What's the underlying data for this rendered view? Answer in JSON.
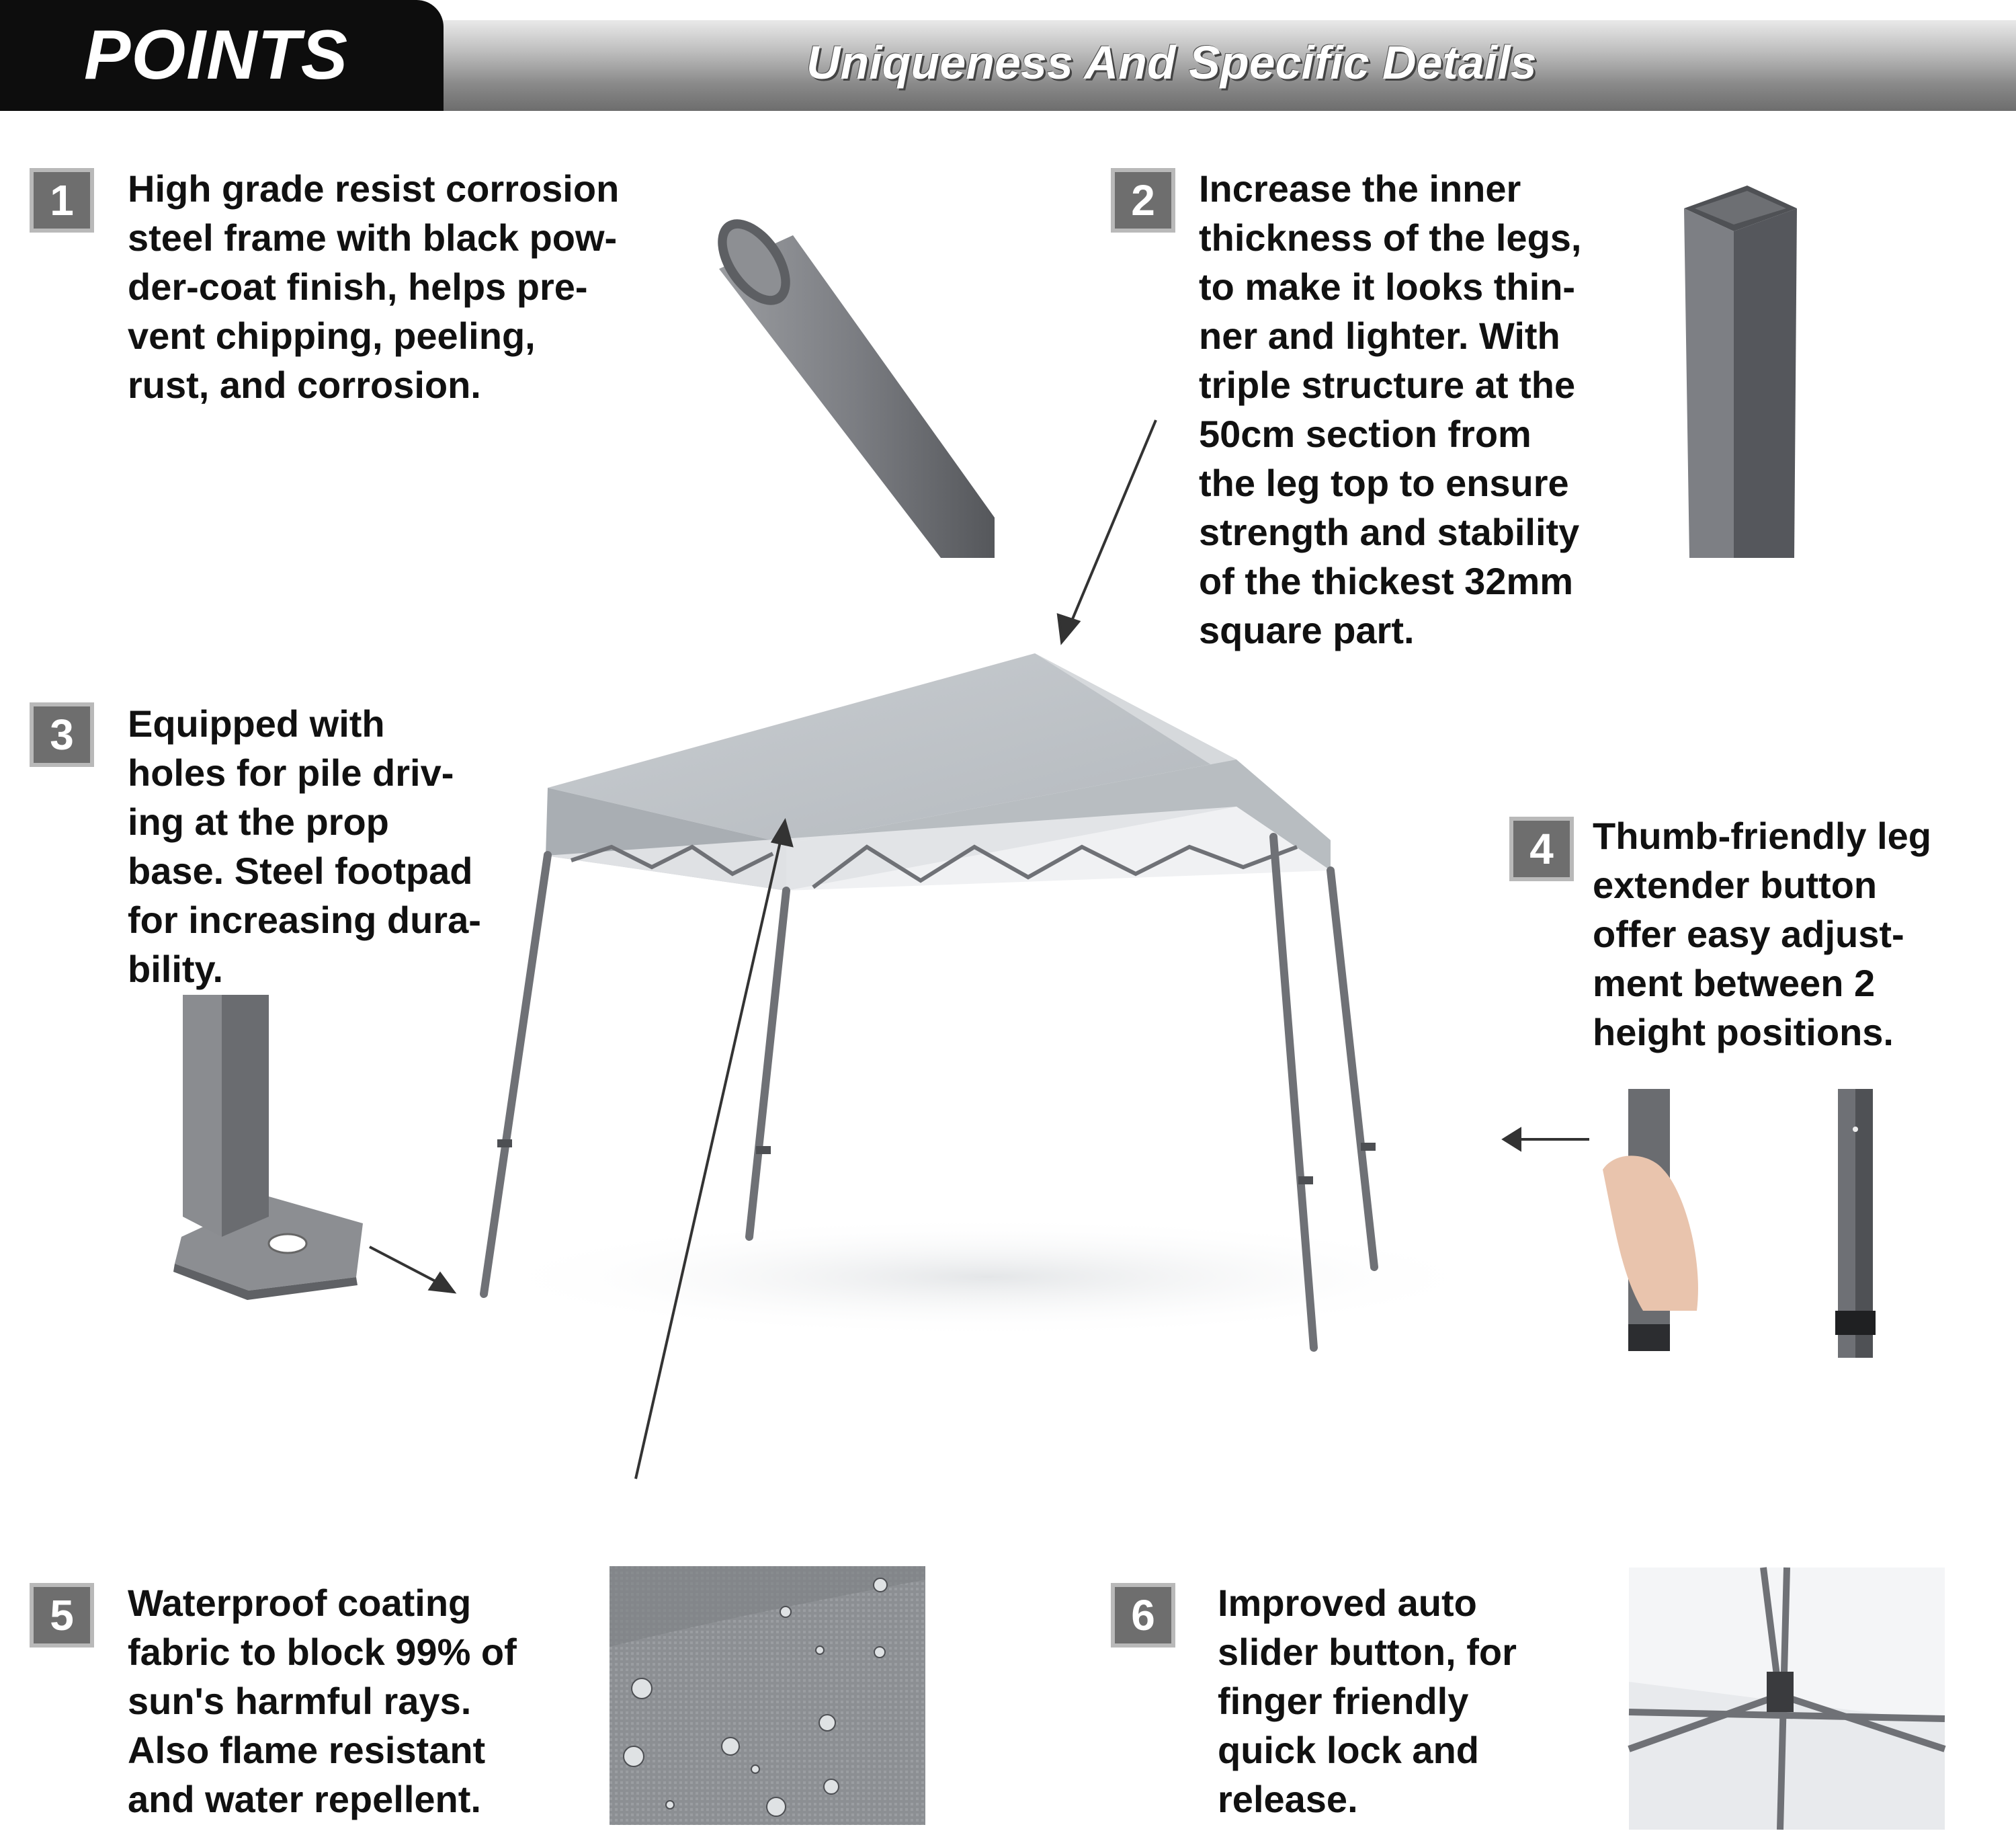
{
  "header": {
    "tab_title": "POINTS",
    "subtitle": "Uniqueness And Specific Details"
  },
  "points": [
    {
      "number": "1",
      "text": "High grade resist corrosion\nsteel frame with black pow-\nder-coat finish, helps pre-\nvent chipping, peeling,\nrust, and corrosion."
    },
    {
      "number": "2",
      "text": "Increase the inner\nthickness of the legs,\nto make it looks thin-\nner and lighter. With\ntriple structure at the\n50cm section from\nthe leg top to ensure\nstrength and stability\nof the thickest 32mm\nsquare part."
    },
    {
      "number": "3",
      "text": "Equipped with\nholes for pile driv-\ning at the prop\nbase. Steel footpad\nfor increasing dura-\nbility."
    },
    {
      "number": "4",
      "text": "Thumb-friendly leg\nextender button\noffer easy adjust-\nment between 2\nheight positions."
    },
    {
      "number": "5",
      "text": "Waterproof coating\nfabric to block 99% of\nsun's harmful rays.\nAlso flame resistant\nand water repellent."
    },
    {
      "number": "6",
      "text": "Improved auto\nslider button, for\nfinger friendly\nquick lock and\nrelease."
    }
  ],
  "colors": {
    "canopy": "#b9bec3",
    "frame": "#6f7176",
    "badge": "#6e6e6e",
    "header_tab": "#0d0d0d"
  }
}
